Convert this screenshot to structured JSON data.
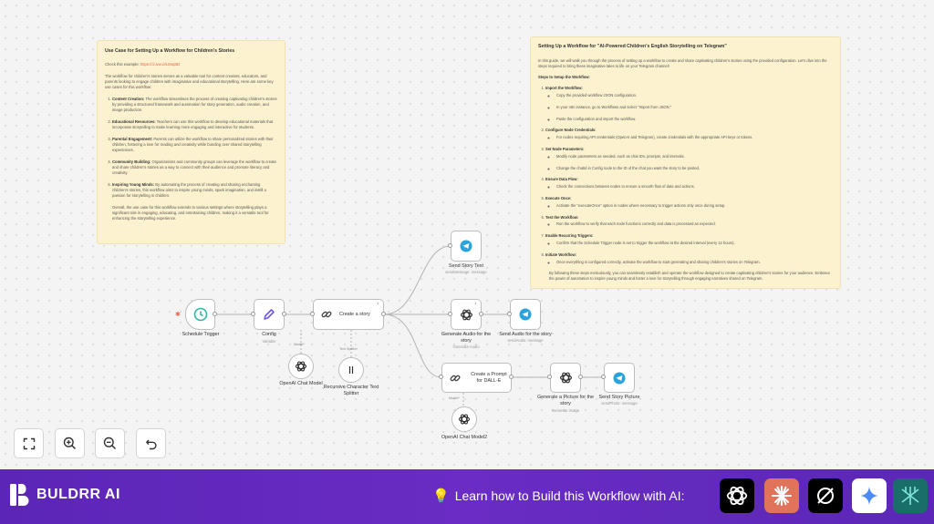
{
  "left_note": {
    "title": "Use Case for Setting Up a Workflow for Children's Stories",
    "check_prefix": "Check this example: ",
    "check_link": "https://cl.ivw.io/UzwpBz",
    "intro": "The workflow for children's stories serves as a valuable tool for content creators, educators, and parents looking to engage children with imaginative and educational storytelling. Here are some key use cases for this workflow:",
    "items": [
      {
        "head": "Content Creation:",
        "text": " The workflow streamlines the process of creating captivating children's stories by providing a structured framework and automation for story generation, audio creation, and image production."
      },
      {
        "head": "Educational Resources:",
        "text": " Teachers can use this workflow to develop educational materials that incorporate storytelling to make learning more engaging and interactive for students."
      },
      {
        "head": "Parental Engagement:",
        "text": " Parents can utilize the workflow to share personalized stories with their children, fostering a love for reading and creativity while bonding over shared storytelling experiences."
      },
      {
        "head": "Community Building:",
        "text": " Organizations and community groups can leverage the workflow to create and share children's stories as a way to connect with their audience and promote literacy and creativity."
      },
      {
        "head": "Inspiring Young Minds:",
        "text": " By automating the process of creating and sharing enchanting children's stories, this workflow aims to inspire young minds, spark imagination, and instill a passion for storytelling in children."
      }
    ],
    "outro": "Overall, the use case for this workflow extends to various settings where storytelling plays a significant role in engaging, educating, and entertaining children, making it a versatile tool for enhancing the storytelling experience."
  },
  "right_note": {
    "title": "Setting Up a Workflow for \"AI-Powered Children's English Storytelling on Telegram\"",
    "intro": "In this guide, we will walk you through the process of setting up a workflow to create and share captivating children's stories using the provided configuration. Let's dive into the steps required to bring these imaginative tales to life on your Telegram channel!",
    "steps_title": "Steps to Setup the Workflow:",
    "steps": [
      {
        "head": "Import the Workflow:",
        "bullets": [
          "Copy the provided workflow JSON configuration.",
          "In your n8n instance, go to Workflows and select \"Import from JSON.\"",
          "Paste the configuration and import the workflow."
        ]
      },
      {
        "head": "Configure Node Credentials:",
        "bullets": [
          "For nodes requiring API credentials (OpenAI and Telegram), create credentials with the appropriate API keys or tokens."
        ]
      },
      {
        "head": "Set Node Parameters:",
        "bullets": [
          "Modify node parameters as needed, such as chat IDs, prompts, and intervals.",
          "Change the chatId in Config node to the ID of the chat you want the story to be posted."
        ]
      },
      {
        "head": "Ensure Data Flow:",
        "bullets": [
          "Check the connections between nodes to ensure a smooth flow of data and actions."
        ]
      },
      {
        "head": "Execute Once:",
        "bullets": [
          "Activate the \"executeOnce\" option in nodes where necessary to trigger actions only once during setup."
        ]
      },
      {
        "head": "Test the Workflow:",
        "bullets": [
          "Run the workflow to verify that each node functions correctly and data is processed as expected."
        ]
      },
      {
        "head": "Enable Recurring Triggers:",
        "bullets": [
          "Confirm that the Schedule Trigger node is set to trigger the workflow at the desired interval (every 12 hours)."
        ]
      },
      {
        "head": "Initiate Workflow:",
        "bullets": [
          "Once everything is configured correctly, activate the workflow to start generating and sharing children's stories on Telegram."
        ]
      }
    ],
    "outro": "By following these steps meticulously, you can seamlessly establish and operate the workflow designed to create captivating children's stories for your audience. Embrace the power of automation to inspire young minds and foster a love for storytelling through engaging narratives shared on Telegram."
  },
  "nodes": {
    "schedule": {
      "label": "Schedule Trigger"
    },
    "config": {
      "label": "Config",
      "sub": "Variable"
    },
    "create_story": {
      "label": "Create a story",
      "count": "1",
      "port_model": "Model*",
      "port_splitter": "Text Splitter"
    },
    "openai_chat": {
      "label": "OpenAI Chat Model"
    },
    "splitter": {
      "label": "Recursive Character Text Splitter"
    },
    "send_story_text": {
      "label": "Send Story Text",
      "sub": "sendMessage: message"
    },
    "gen_audio": {
      "label": "Generate Audio for the story",
      "sub": "Generate Audio",
      "count": "1"
    },
    "send_audio": {
      "label": "Send Audio for the story",
      "sub": "sendAudio: message"
    },
    "prompt_dalle": {
      "label": "Create a Prompt for DALL-E",
      "port_model": "Model*"
    },
    "openai_chat2": {
      "label": "OpenAI Chat Model2"
    },
    "gen_picture": {
      "label": "Generate a Picture for the story",
      "sub": "Generate Image"
    },
    "send_picture": {
      "label": "Send Story Picture",
      "sub": "sendPhoto: message"
    }
  },
  "footer": {
    "brand": "BULDRR AI",
    "learn_text": "Learn how to Build this Workflow with AI:",
    "ai_icons": [
      "openai-icon",
      "claude-icon",
      "perplexity-icon",
      "gemini-icon",
      "deepseek-icon"
    ]
  },
  "colors": {
    "footer": "#5b25b7",
    "sticky": "#fdf2cf",
    "telegram": "#2aa3dd",
    "config_purple": "#6b5be6",
    "trigger_teal": "#2fb8a3"
  }
}
